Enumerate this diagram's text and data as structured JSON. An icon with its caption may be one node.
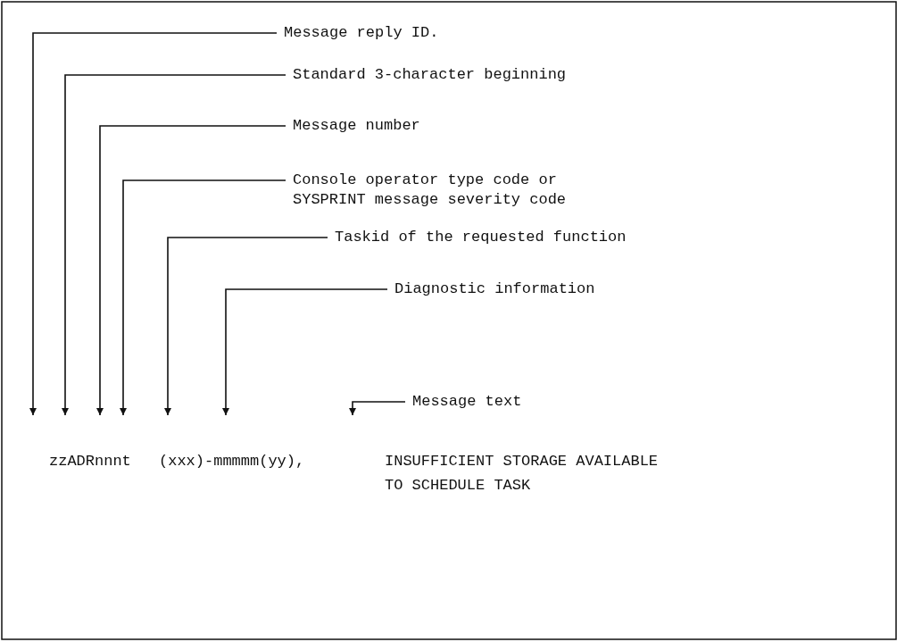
{
  "diagram": {
    "nodes": [
      {
        "text": [
          "Message reply ID."
        ]
      },
      {
        "text": [
          "Standard 3-character beginning"
        ]
      },
      {
        "text": [
          "Message number"
        ]
      },
      {
        "text": [
          "Console operator type code or SYSPRINT message severity code"
        ]
      },
      {
        "text": [
          "Taskid of the requested function"
        ]
      },
      {
        "text": [
          "Diagnostic information"
        ]
      },
      {
        "text": [
          "Message text"
        ]
      }
    ],
    "edges": [
      {
        "from": 0,
        "to": null,
        "arrow": "to"
      },
      {
        "from": 1,
        "to": null,
        "arrow": "to"
      },
      {
        "from": 2,
        "to": null,
        "arrow": "to"
      },
      {
        "from": 3,
        "to": null,
        "arrow": "to"
      },
      {
        "from": 4,
        "to": null,
        "arrow": "to"
      },
      {
        "from": 5,
        "to": null,
        "arrow": "to"
      },
      {
        "from": 6,
        "to": null,
        "arrow": "to"
      }
    ],
    "labels": [
      "zzADRnnnt",
      "(xxx)-mmmmm(yy),",
      "INSUFFICIENT STORAGE AVAILABLE TO SCHEDULE TASK"
    ]
  }
}
